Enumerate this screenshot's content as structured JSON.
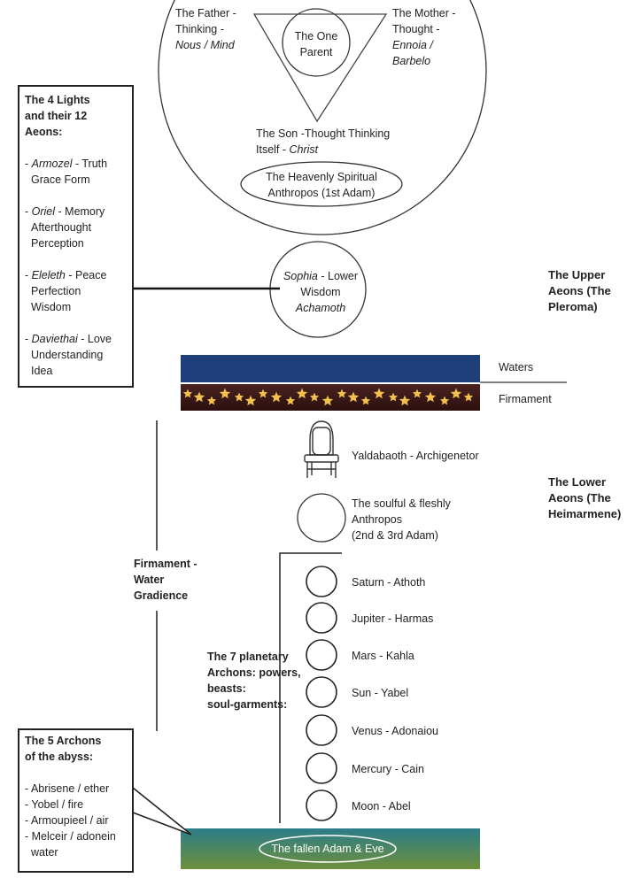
{
  "pleroma": {
    "father": {
      "line1": "The Father -",
      "line2": "Thinking -",
      "line3": "Nous / Mind"
    },
    "mother": {
      "line1": "The Mother -",
      "line2": "Thought -",
      "line3": "Ennoia /",
      "line4": "Barbelo"
    },
    "one_parent": {
      "line1": "The One",
      "line2": "Parent"
    },
    "son": {
      "line1": "The Son -Thought Thinking",
      "line2a": "Itself - ",
      "line2b": "Christ"
    },
    "anthropos": {
      "line1": "The Heavenly Spiritual",
      "line2": "Anthropos (1st Adam)"
    }
  },
  "lights": {
    "title": {
      "line1": "The 4 Lights",
      "line2": "and their 12",
      "line3": "Aeons:"
    },
    "items": [
      {
        "dash": "- ",
        "name": "Armozel",
        "rest1": " - Truth",
        "rest2": "Grace Form",
        "rest3": ""
      },
      {
        "dash": "- ",
        "name": "Oriel",
        "rest1": " - Memory",
        "rest2": "Afterthought",
        "rest3": "Perception"
      },
      {
        "dash": "- ",
        "name": "Eleleth",
        "rest1": " - Peace",
        "rest2": "Perfection",
        "rest3": "Wisdom"
      },
      {
        "dash": "- ",
        "name": "Daviethai",
        "rest1": " - Love",
        "rest2": "Understanding",
        "rest3": "Idea"
      }
    ]
  },
  "sophia": {
    "name": "Sophia",
    "rest": " - Lower",
    "line2": "Wisdom",
    "line3": "Achamoth"
  },
  "upper_aeons": {
    "line1": "The Upper",
    "line2": "Aeons (The",
    "line3": "Pleroma)"
  },
  "waters_label": "Waters",
  "firmament_label": "Firmament",
  "yaldabaoth": "Yaldabaoth - Archigenetor",
  "lower_aeons": {
    "line1": "The Lower",
    "line2": "Aeons (The",
    "line3": "Heimarmene)"
  },
  "soulful": {
    "line1": "The soulful & fleshly",
    "line2": "Anthropos",
    "line3": "(2nd & 3rd Adam)"
  },
  "gradience": {
    "line1": "Firmament -",
    "line2": "Water",
    "line3": "Gradience"
  },
  "planets": [
    "Saturn - Athoth",
    "Jupiter - Harmas",
    "Mars - Kahla",
    "Sun - Yabel",
    "Venus - Adonaiou",
    "Mercury - Cain",
    "Moon - Abel"
  ],
  "archons7": {
    "line1": "The 7 planetary",
    "line2": "Archons: powers,",
    "line3": "beasts:",
    "line4": "soul-garments:"
  },
  "abyss": {
    "title": {
      "line1": "The 5 Archons",
      "line2": "of the abyss:"
    },
    "items": [
      "- Abrisene / ether",
      "- Yobel / fire",
      "- Armoupieel / air",
      "- Melceir / adonein",
      "water"
    ]
  },
  "fallen": "The fallen Adam & Eve",
  "colors": {
    "waters": "#1f3f7a",
    "firmament": "#3a1a16",
    "star": "#f2c14e",
    "ground_top": "#2a7a86",
    "ground_bottom": "#6b8f3a"
  }
}
